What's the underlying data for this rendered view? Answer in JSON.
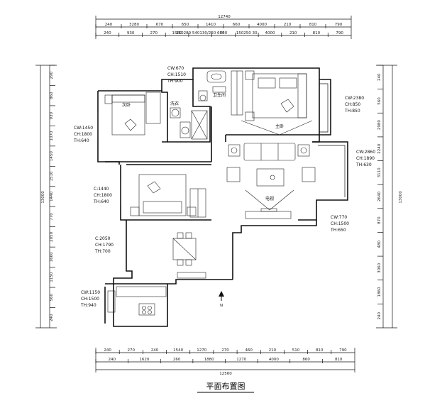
{
  "title": "平面布置图",
  "top_dims": {
    "total": "12740",
    "row1": [
      "240",
      "3280",
      "670",
      "650",
      "1410",
      "660",
      "4000",
      "210",
      "810",
      "790"
    ],
    "row2": [
      "240",
      "930",
      "270",
      "1560",
      "150280 540130/250 660",
      "750",
      "150250 30",
      "4000",
      "210",
      "810",
      "790"
    ]
  },
  "bottom_dims": {
    "total": "12560",
    "row1": [
      "240",
      "270",
      "240",
      "1540",
      "1270",
      "270",
      "460",
      "210",
      "510",
      "810",
      "790"
    ],
    "row2": [
      "240",
      "1620",
      "260",
      "1880",
      "1270",
      "4000",
      "860",
      "810"
    ]
  },
  "left_dims": {
    "total": "13000",
    "items": [
      "290",
      "860",
      "930",
      "1070",
      "1450",
      "1510",
      "1440",
      "770",
      "2050",
      "1660",
      "1150",
      "560",
      "240"
    ]
  },
  "right_dims": {
    "total": "13000",
    "items": [
      "240",
      "560",
      "2980",
      "2240",
      "3110",
      "2640",
      "870",
      "480",
      "3060",
      "1860",
      "240"
    ]
  },
  "room_labels": {
    "study": [
      "CW:1450",
      "CH:1800",
      "TH:640"
    ],
    "bedroom2": [
      "C:1440",
      "CH:1800",
      "TH:640"
    ],
    "dining": [
      "C:2050",
      "CH:1790",
      "TH:700"
    ],
    "kitchen": [
      "CW:1150",
      "CH:1500",
      "TH:940"
    ],
    "bath": [
      "CW:670",
      "CH:1510",
      "TH:900"
    ],
    "master": [
      "CW:2380",
      "CH:850",
      "TH:850"
    ],
    "balcony": [
      "CW:2860",
      "CH:1890",
      "TH:630"
    ],
    "living": [
      "CW:770",
      "CH:1500",
      "TH:650"
    ]
  },
  "tags": {
    "master_bed": "主卧",
    "second_bed": "次卧",
    "wash": "洗衣",
    "toilet": "卫生间",
    "tv": "电视",
    "north": "N"
  }
}
